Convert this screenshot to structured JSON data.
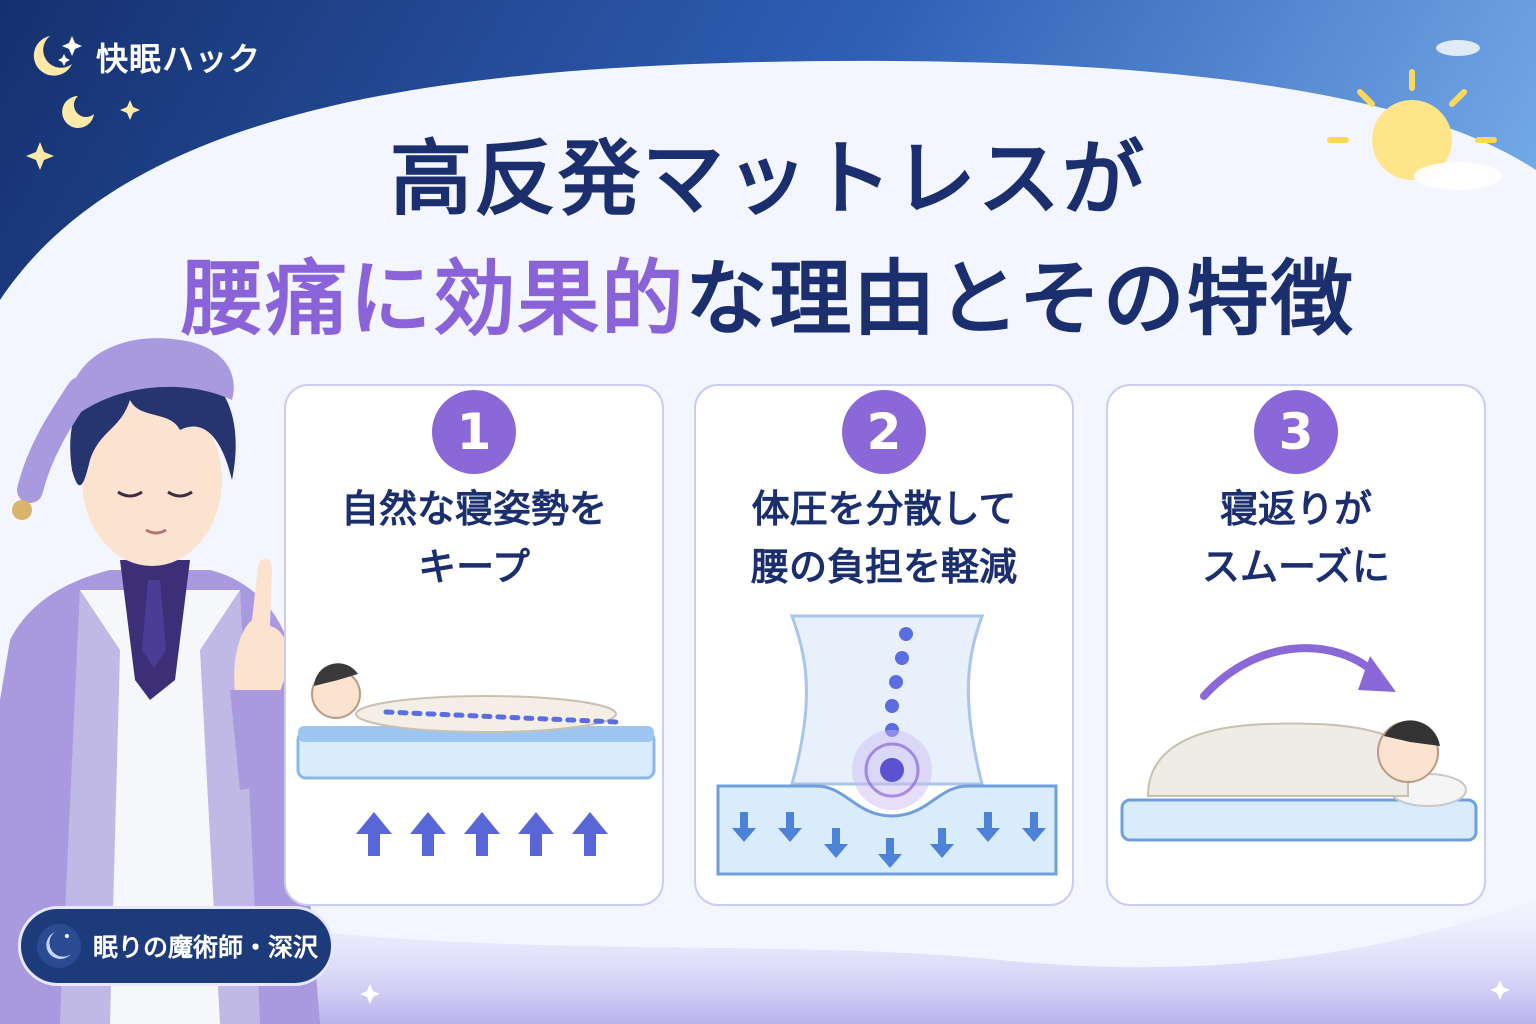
{
  "brand": {
    "name": "快眠ハック",
    "icon": "moon-stars-icon"
  },
  "title": {
    "line1": "高反発マットレスが",
    "line2_highlight": "腰痛に効果的",
    "line2_rest": "な理由とその特徴"
  },
  "cards": [
    {
      "number": "1",
      "line1": "自然な寝姿勢を",
      "line2": "キープ"
    },
    {
      "number": "2",
      "line1": "体圧を分散して",
      "line2": "腰の負担を軽減"
    },
    {
      "number": "3",
      "line1": "寝返りが",
      "line2": "スムーズに"
    }
  ],
  "character": {
    "name": "眠りの魔術師・深沢"
  },
  "colors": {
    "navy": "#1d3a7a",
    "accent_purple": "#8b68d8",
    "title_navy": "#1b2f6e",
    "mattress_blue": "#9cc6f0"
  }
}
